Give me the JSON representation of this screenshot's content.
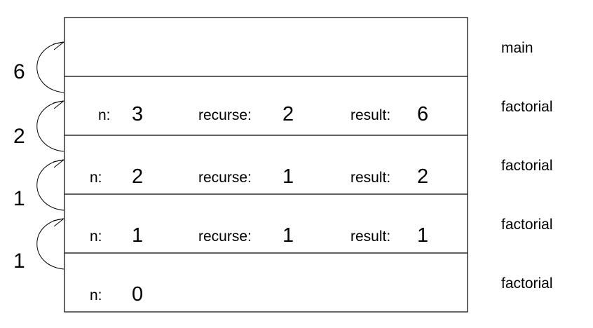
{
  "frames": [
    {
      "name": "main",
      "vars": []
    },
    {
      "name": "factorial",
      "vars": [
        {
          "label": "n:",
          "value": "3"
        },
        {
          "label": "recurse:",
          "value": "2"
        },
        {
          "label": "result:",
          "value": "6"
        }
      ]
    },
    {
      "name": "factorial",
      "vars": [
        {
          "label": "n:",
          "value": "2"
        },
        {
          "label": "recurse:",
          "value": "1"
        },
        {
          "label": "result:",
          "value": "2"
        }
      ]
    },
    {
      "name": "factorial",
      "vars": [
        {
          "label": "n:",
          "value": "1"
        },
        {
          "label": "recurse:",
          "value": "1"
        },
        {
          "label": "result:",
          "value": "1"
        }
      ]
    },
    {
      "name": "factorial",
      "vars": [
        {
          "label": "n:",
          "value": "0"
        }
      ]
    }
  ],
  "return_values": [
    "6",
    "2",
    "1",
    "1"
  ]
}
